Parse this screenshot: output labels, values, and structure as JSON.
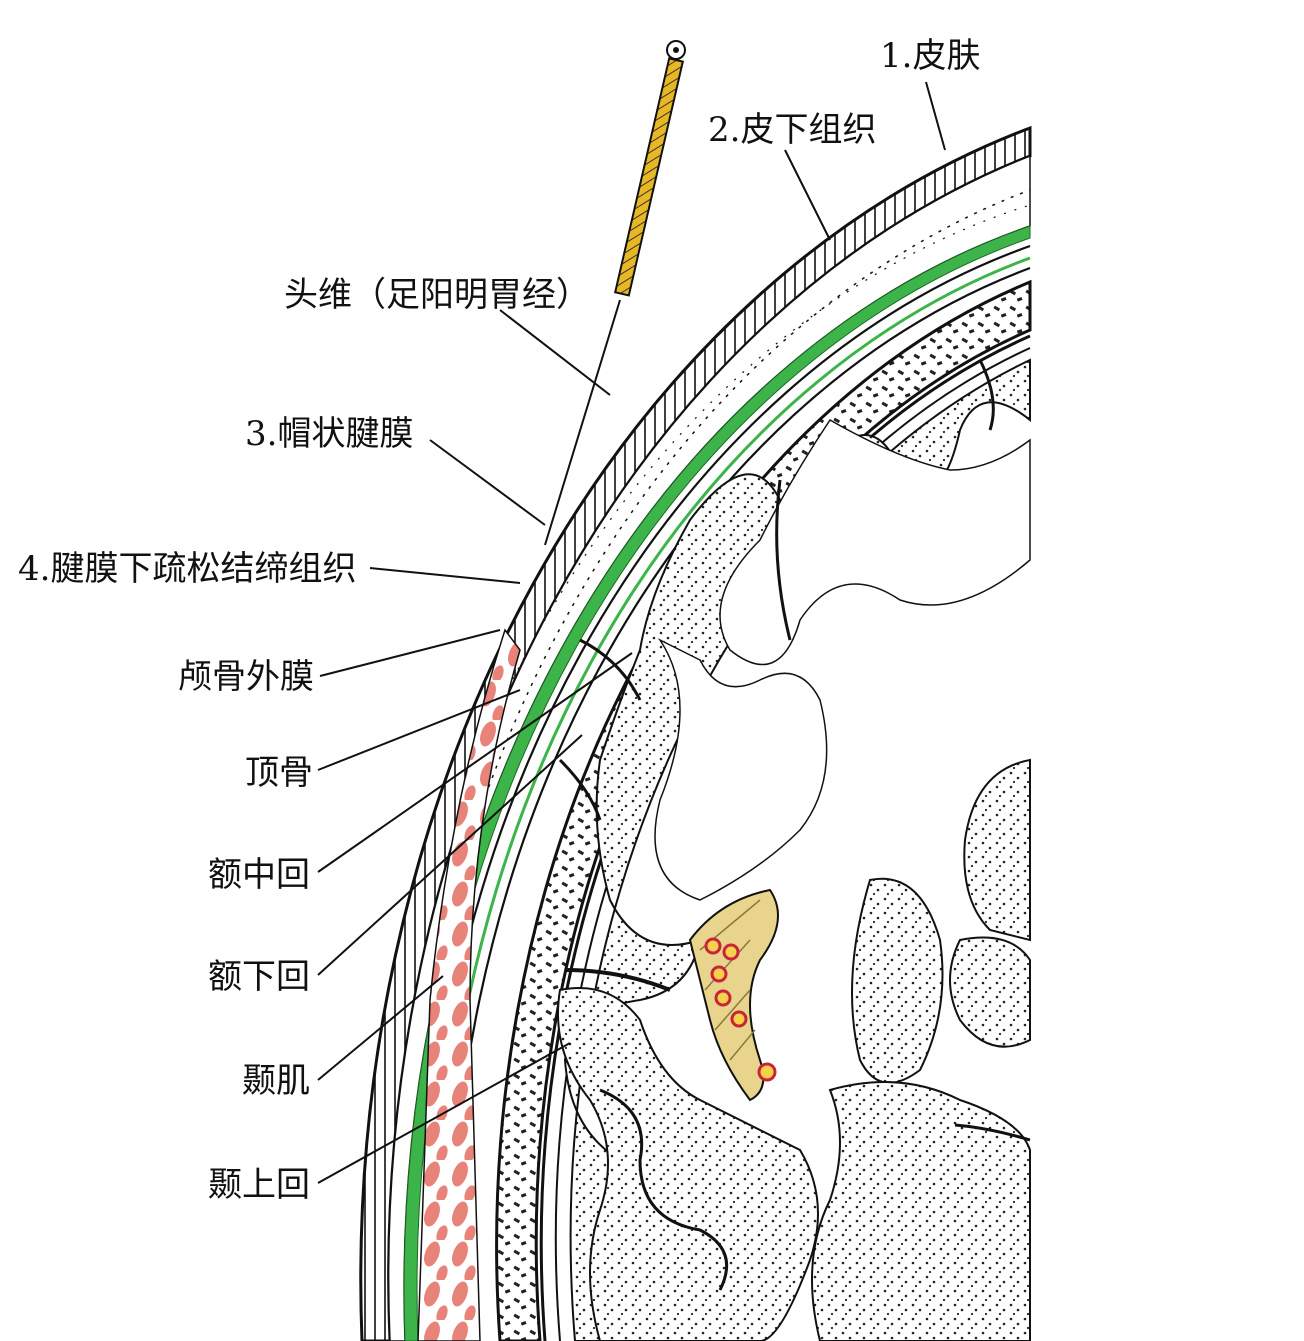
{
  "labels": {
    "skin": "1.皮肤",
    "subcutaneous": "2.皮下组织",
    "acupoint": "头维（足阳明胃经）",
    "galea": "3.帽状腱膜",
    "loose_tissue": "4.腱膜下疏松结缔组织",
    "pericranium": "颅骨外膜",
    "parietal_bone": "顶骨",
    "middle_frontal_gyrus": "额中回",
    "inferior_frontal_gyrus": "额下回",
    "temporalis": "颞肌",
    "superior_temporal_gyrus": "颞上回"
  },
  "colors": {
    "subcutaneous_green": "#3cb44a",
    "muscle_pink": "#e8837a",
    "needle_gold": "#e8b824",
    "brain_stipple": "#222222",
    "vessel_red": "#c8243a",
    "ink": "#111111"
  }
}
